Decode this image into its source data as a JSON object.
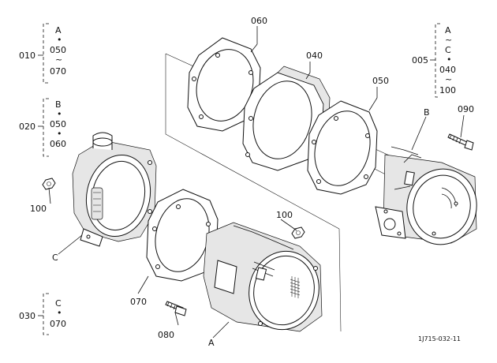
{
  "labels": {
    "p060": "060",
    "p040": "040",
    "p050": "050",
    "p090": "090",
    "p070": "070",
    "p080": "080",
    "p100a": "100",
    "p100b": "100",
    "refB": "B",
    "refA": "A",
    "refC": "C"
  },
  "legend": {
    "l010": {
      "num": "010",
      "lines": [
        "A",
        "•",
        "050",
        "~",
        "070"
      ]
    },
    "l020": {
      "num": "020",
      "lines": [
        "B",
        "•",
        "050",
        "•",
        "060"
      ]
    },
    "l030": {
      "num": "030",
      "lines": [
        "C",
        "•",
        "070"
      ]
    },
    "l005": {
      "num": "005",
      "lines": [
        "A",
        "~",
        "C",
        "•",
        "040",
        "~",
        "100"
      ]
    }
  },
  "footer": {
    "code": "1J715-032-11"
  }
}
